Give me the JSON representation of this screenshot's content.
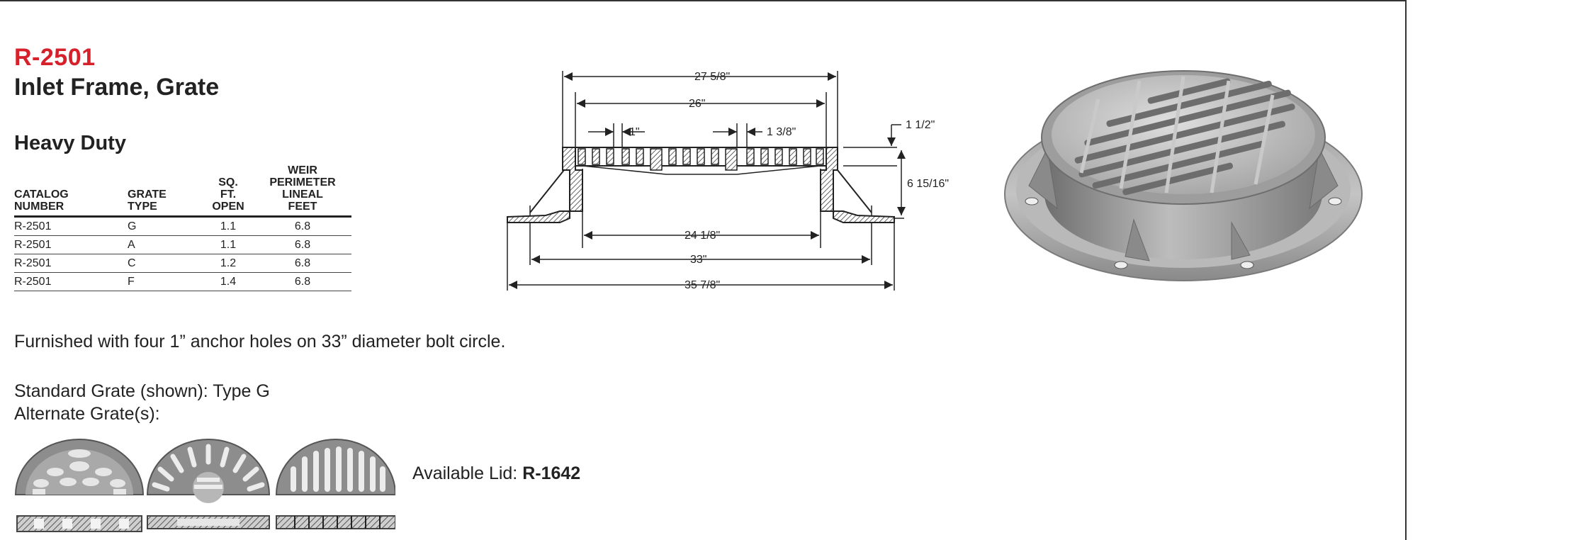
{
  "product": {
    "code": "R-2501",
    "name": "Inlet Frame, Grate",
    "duty": "Heavy Duty"
  },
  "spec_table": {
    "headers": {
      "catalog": [
        "CATALOG",
        "NUMBER"
      ],
      "grate": [
        "GRATE",
        "TYPE"
      ],
      "sq": [
        "SQ.",
        "FT.",
        "OPEN"
      ],
      "weir": [
        "WEIR",
        "PERIMETER",
        "LINEAL",
        "FEET"
      ]
    },
    "rows": [
      {
        "catalog": "R-2501",
        "grate": "G",
        "sq": "1.1",
        "weir": "6.8"
      },
      {
        "catalog": "R-2501",
        "grate": "A",
        "sq": "1.1",
        "weir": "6.8"
      },
      {
        "catalog": "R-2501",
        "grate": "C",
        "sq": "1.2",
        "weir": "6.8"
      },
      {
        "catalog": "R-2501",
        "grate": "F",
        "sq": "1.4",
        "weir": "6.8"
      }
    ]
  },
  "notes": {
    "anchor": "Furnished with four 1” anchor holes on 33” diameter bolt circle.",
    "standard_grate": "Standard Grate (shown): Type G",
    "alternate_grates": "Alternate Grate(s):",
    "available_lid_label": "Available Lid:",
    "available_lid_value": "R-1642"
  },
  "drawing": {
    "dim_overall_top": "27 5/8\"",
    "dim_inner_top": "26\"",
    "dim_slot": "1\"",
    "dim_bar": "1 3/8\"",
    "dim_grate_thickness": "1 1/2\"",
    "dim_height": "6 15/16\"",
    "dim_opening": "24 1/8\"",
    "dim_bolt_circle": "33\"",
    "dim_flange": "35 7/8\""
  },
  "colors": {
    "brand_red": "#d6202a",
    "text": "#222222",
    "metal_light": "#c9c9c9",
    "metal_dark": "#6e6e6e"
  }
}
